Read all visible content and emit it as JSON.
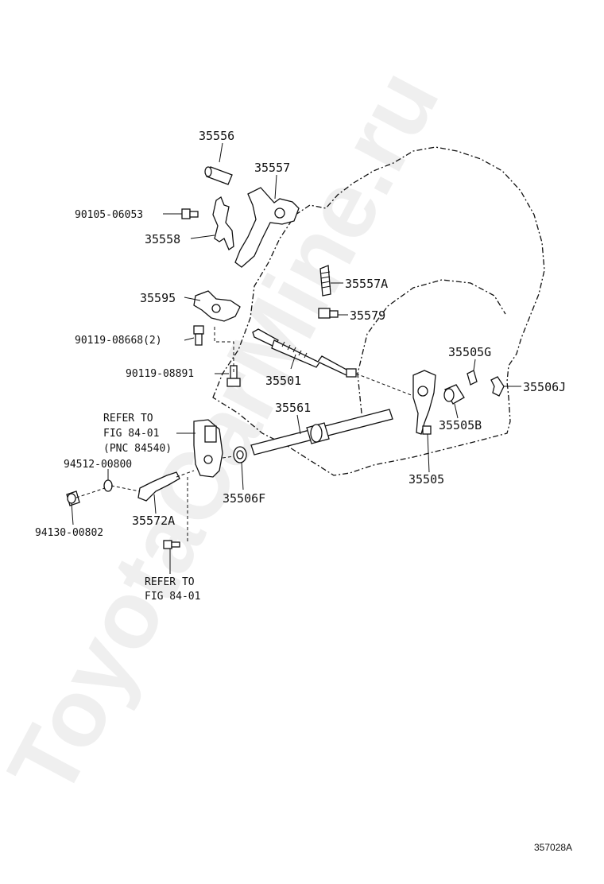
{
  "labels": {
    "p35556": "35556",
    "p35557": "35557",
    "p90105": "90105-06053",
    "p35558": "35558",
    "p35557A": "35557A",
    "p35595": "35595",
    "p35579": "35579",
    "p90119a": "90119-08668(2)",
    "p35505G": "35505G",
    "p90119b": "90119-08891",
    "p35501": "35501",
    "p35506J": "35506J",
    "refer1": "REFER TO",
    "refer1b": "FIG 84-01",
    "refer1c": "(PNC 84540)",
    "p35561": "35561",
    "p35505B": "35505B",
    "p94512": "94512-00800",
    "p35505": "35505",
    "p35506F": "35506F",
    "p35572A": "35572A",
    "p94130": "94130-00802",
    "refer2": "REFER TO",
    "refer2b": "FIG 84-01"
  },
  "figure_number": "357028A",
  "watermark": "ToyotaCarMine.ru"
}
